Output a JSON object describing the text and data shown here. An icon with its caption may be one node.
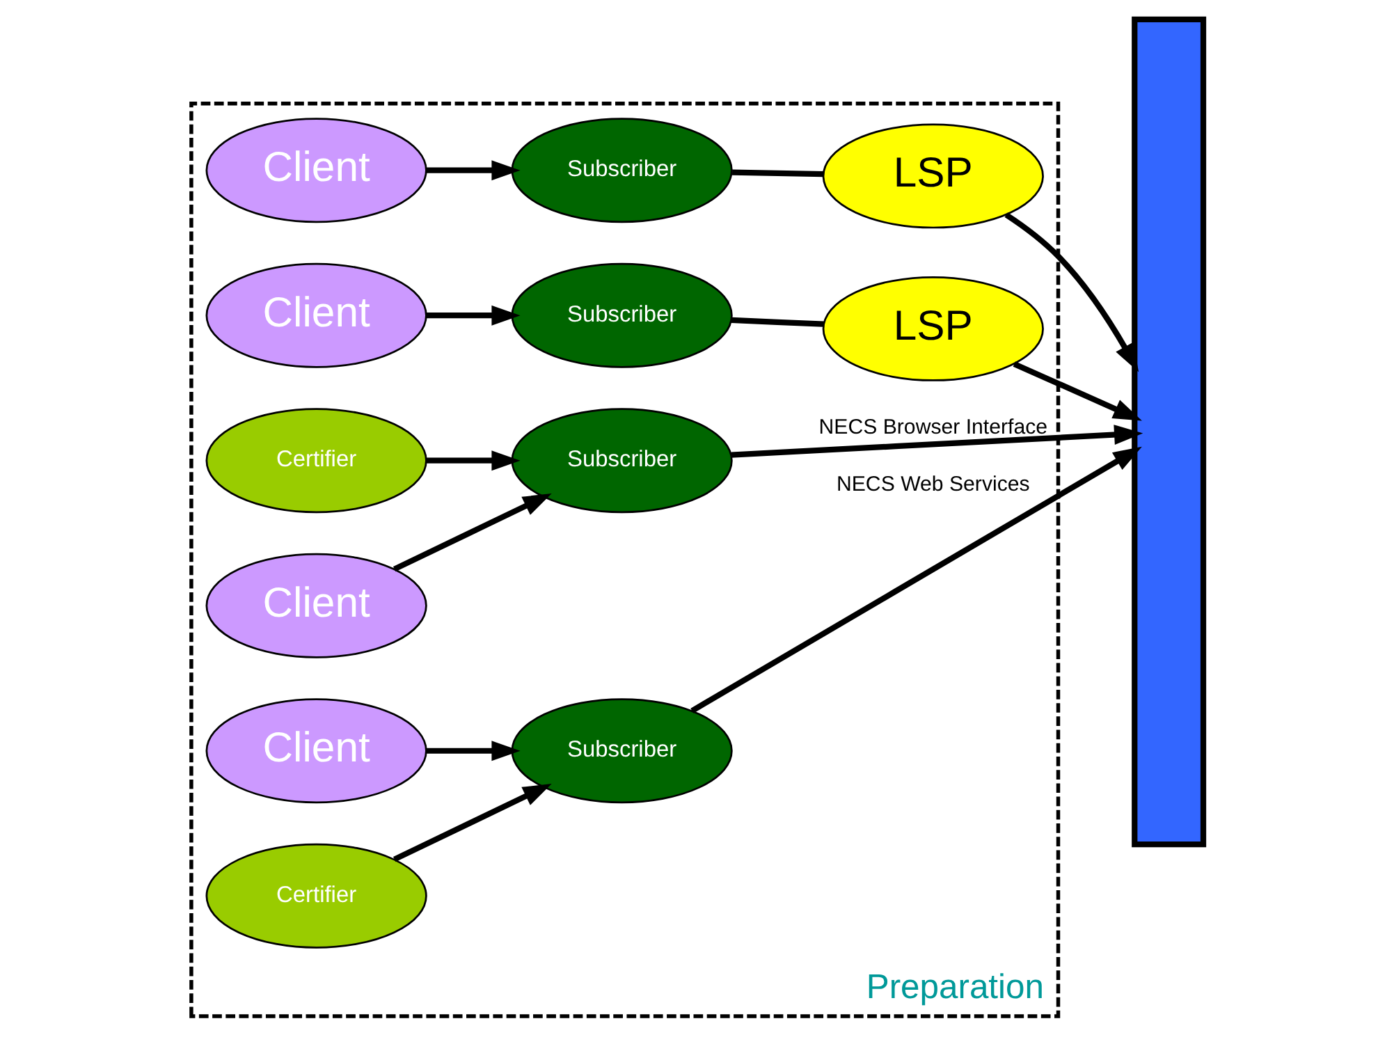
{
  "diagram": {
    "nodes": [
      {
        "text": [
          "Preparation"
        ]
      },
      {
        "text": [
          "Certifier"
        ],
        "in": 0
      },
      {
        "text": [
          "Client"
        ],
        "in": 0
      },
      {
        "text": [
          "Subscriber"
        ],
        "in": 0
      },
      {
        "text": [
          "Client"
        ],
        "in": 0
      },
      {
        "text": [
          "Subscriber"
        ],
        "in": 0
      },
      {
        "text": [
          "LSP"
        ],
        "in": 0
      },
      {
        "text": [
          "Client"
        ],
        "in": 0
      },
      {
        "text": [
          "Subscriber"
        ],
        "in": 0
      },
      {
        "text": [
          "LSP"
        ],
        "in": 0
      },
      {
        "text": [
          "Client"
        ],
        "in": 0
      },
      {
        "text": [
          "Subscriber"
        ],
        "in": 0
      },
      {
        "text": [
          "Certifier"
        ],
        "in": 0
      },
      {
        "text": [],
        "shape": "bar"
      }
    ],
    "edges": [
      {
        "from": 1,
        "to": 3,
        "arrow": "to"
      },
      {
        "from": 2,
        "to": 3,
        "arrow": "to"
      },
      {
        "from": 3,
        "to": 13,
        "arrow": "to",
        "label": "NECS Browser Interface"
      },
      {
        "from": 4,
        "to": 5,
        "arrow": "to"
      },
      {
        "from": 5,
        "to": 6,
        "arrow": "none"
      },
      {
        "from": 6,
        "to": 13,
        "arrow": "to"
      },
      {
        "from": 7,
        "to": 8,
        "arrow": "to"
      },
      {
        "from": 8,
        "to": 9,
        "arrow": "none"
      },
      {
        "from": 9,
        "to": 13,
        "arrow": "to"
      },
      {
        "from": 10,
        "to": 11,
        "arrow": "to"
      },
      {
        "from": 11,
        "to": 13,
        "arrow": "to",
        "label": "NECS Web Services"
      },
      {
        "from": 12,
        "to": 11,
        "arrow": "to"
      }
    ]
  }
}
